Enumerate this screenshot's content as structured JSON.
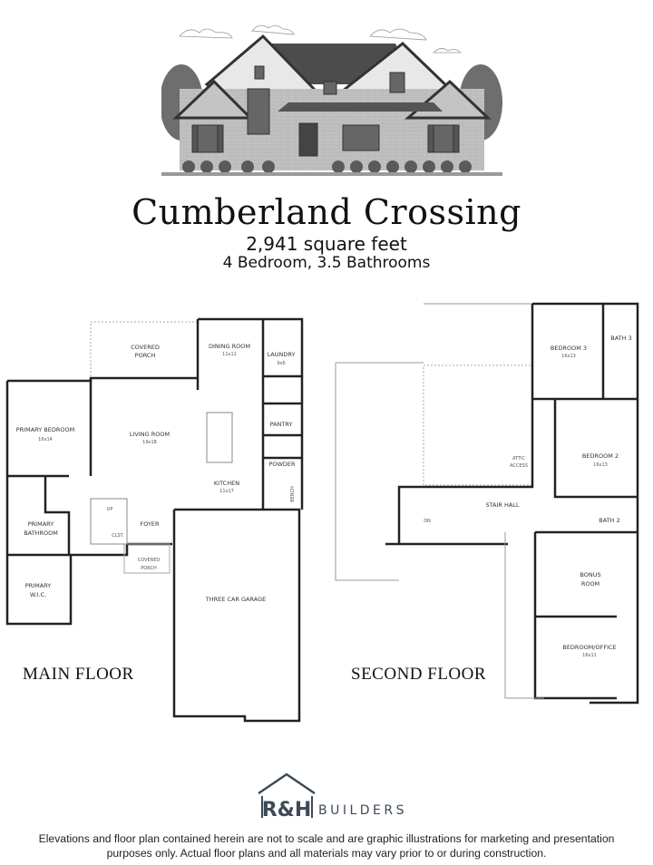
{
  "header": {
    "elevation_image": "house-elevation-illustration",
    "title": "Cumberland Crossing",
    "square_feet": "2,941 square feet",
    "beds_baths": "4 Bedroom, 3.5 Bathrooms"
  },
  "main_floor": {
    "label": "MAIN FLOOR",
    "rooms": [
      {
        "name": "COVERED",
        "name2": "PORCH",
        "dim": ""
      },
      {
        "name": "DINING ROOM",
        "dim": "11x11"
      },
      {
        "name": "LAUNDRY",
        "dim": "9x6"
      },
      {
        "name": "PRIMARY BEDROOM",
        "dim": "16x14"
      },
      {
        "name": "LIVING ROOM",
        "dim": "19x18"
      },
      {
        "name": "PANTRY",
        "dim": ""
      },
      {
        "name": "POWDER",
        "dim": ""
      },
      {
        "name": "KITCHEN",
        "dim": "11x17"
      },
      {
        "name": "BENCH",
        "dim": ""
      },
      {
        "name": "PRIMARY",
        "name2": "BATHROOM",
        "dim": ""
      },
      {
        "name": "UP",
        "dim": ""
      },
      {
        "name": "CLST.",
        "dim": ""
      },
      {
        "name": "FOYER",
        "dim": ""
      },
      {
        "name": "COVERED",
        "name2": "PORCH",
        "dim": ""
      },
      {
        "name": "PRIMARY",
        "name2": "W.I.C.",
        "dim": ""
      },
      {
        "name": "THREE CAR GARAGE",
        "dim": ""
      }
    ]
  },
  "second_floor": {
    "label": "SECOND FLOOR",
    "rooms": [
      {
        "name": "BEDROOM 3",
        "dim": "16x13"
      },
      {
        "name": "BATH 3",
        "dim": ""
      },
      {
        "name": "ATTIC",
        "name2": "ACCESS",
        "dim": ""
      },
      {
        "name": "BEDROOM 2",
        "dim": "16x13"
      },
      {
        "name": "STAIR HALL",
        "dim": ""
      },
      {
        "name": "DN",
        "dim": ""
      },
      {
        "name": "BATH 2",
        "dim": ""
      },
      {
        "name": "BONUS",
        "name2": "ROOM",
        "dim": ""
      },
      {
        "name": "BEDROOM/OFFICE",
        "dim": "16x11"
      }
    ]
  },
  "logo": {
    "monogram": "R&H",
    "text": "BUILDERS",
    "color": "#3d4a56"
  },
  "footer": {
    "disclaimer": "Elevations and floor plan contained herein are not to scale and are graphic illustrations for marketing and presentation purposes only. Actual floor plans and all materials may vary prior to or during construction."
  }
}
